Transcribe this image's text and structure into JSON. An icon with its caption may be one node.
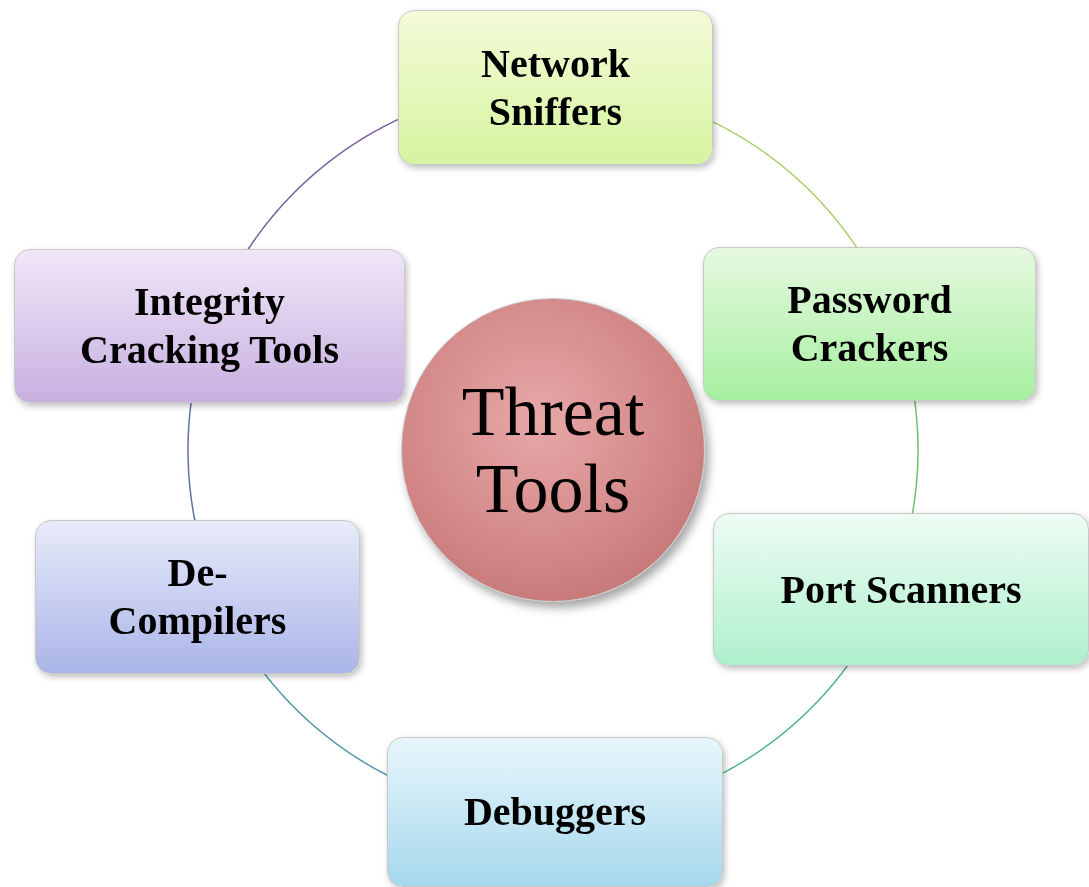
{
  "diagram": {
    "nodes": [
      {
        "text": [
          "Threat Tools"
        ]
      },
      {
        "text": [
          "Network Sniffers"
        ]
      },
      {
        "text": [
          "Password Crackers"
        ]
      },
      {
        "text": [
          "Port Scanners"
        ]
      },
      {
        "text": [
          "Debuggers"
        ]
      },
      {
        "text": [
          "De- Compilers"
        ]
      },
      {
        "text": [
          "Integrity Cracking Tools"
        ]
      }
    ],
    "edges": [
      {
        "from": 1,
        "to": 2,
        "arrow": "none",
        "color": "#a8d070"
      },
      {
        "from": 2,
        "to": 3,
        "arrow": "none",
        "color": "#70c070"
      },
      {
        "from": 3,
        "to": 4,
        "arrow": "none",
        "color": "#50b090"
      },
      {
        "from": 4,
        "to": 5,
        "arrow": "none",
        "color": "#5098a8"
      },
      {
        "from": 5,
        "to": 6,
        "arrow": "none",
        "color": "#6070a8"
      },
      {
        "from": 6,
        "to": 1,
        "arrow": "none",
        "color": "#7860a0"
      }
    ]
  }
}
